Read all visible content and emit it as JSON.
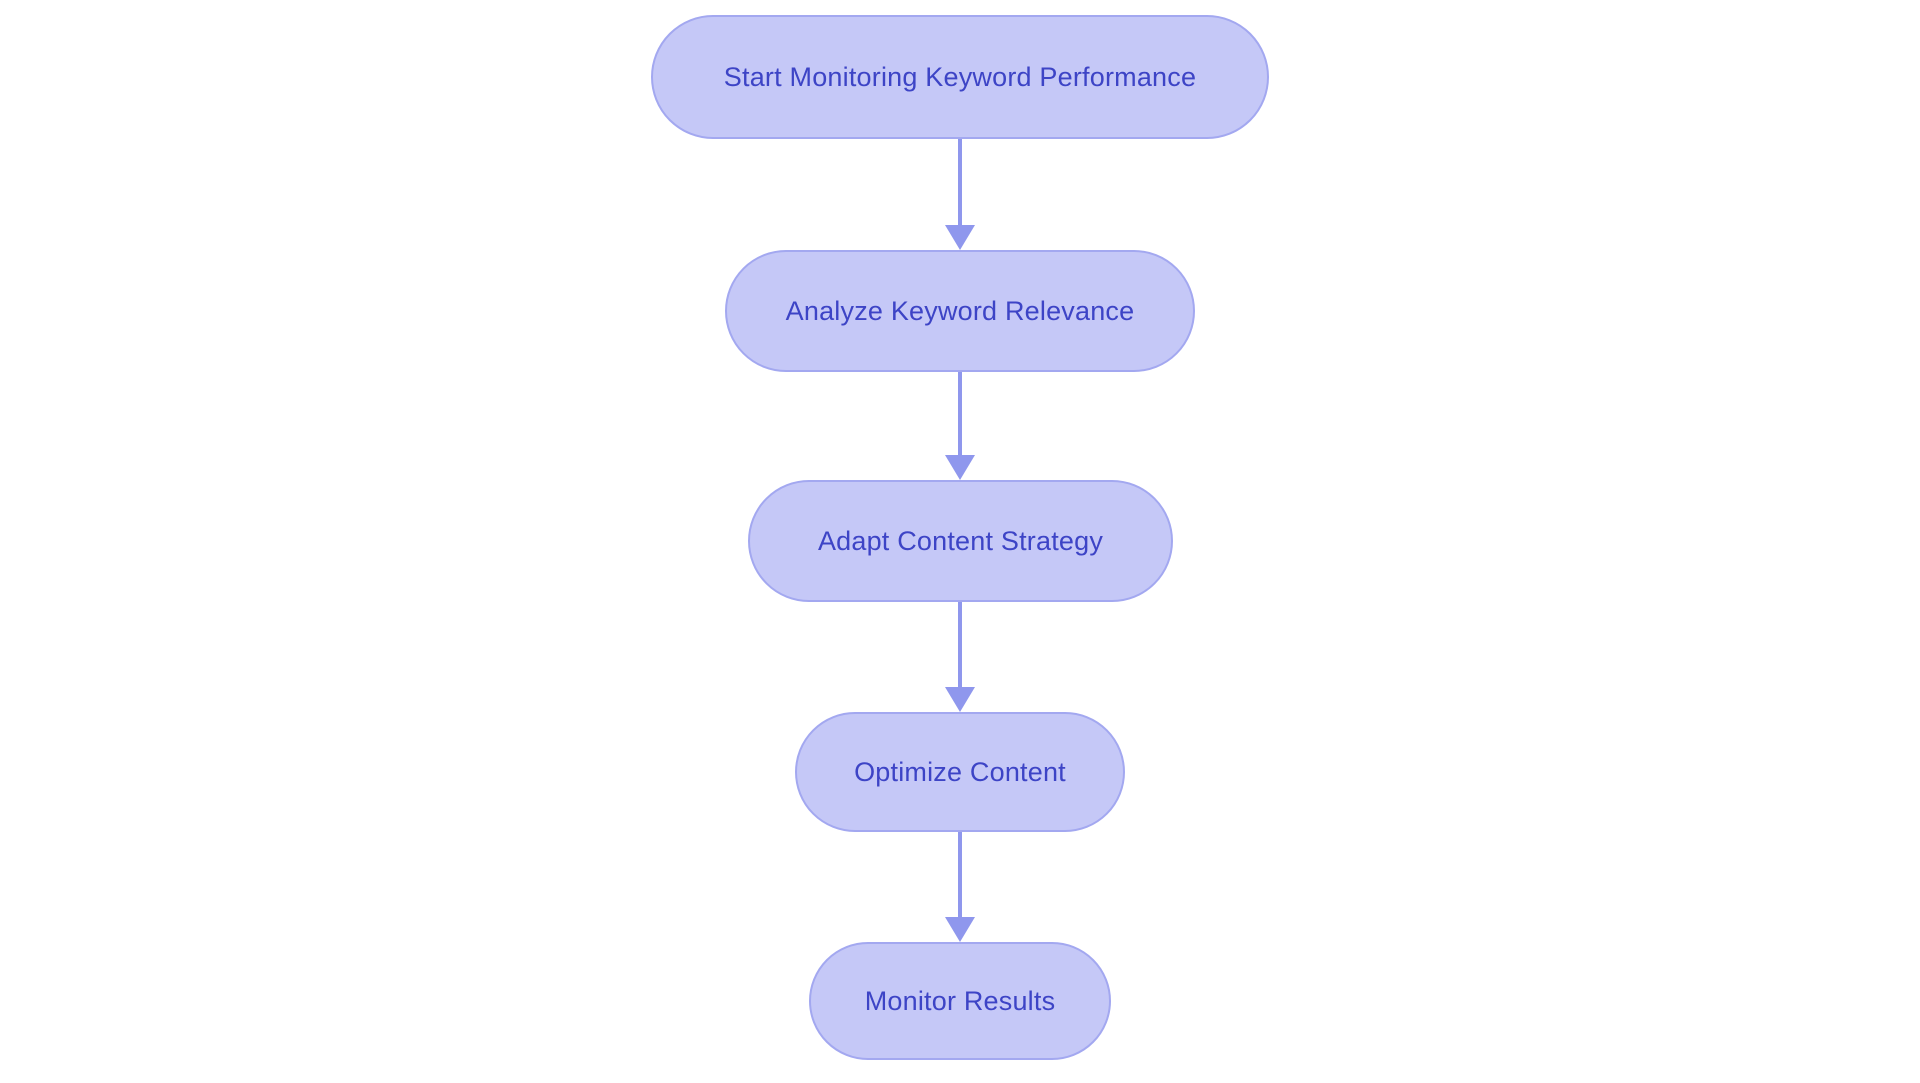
{
  "diagram": {
    "type": "flowchart",
    "direction": "top-down",
    "nodes": [
      {
        "id": "start",
        "label": "Start Monitoring Keyword Performance"
      },
      {
        "id": "analyze",
        "label": "Analyze Keyword Relevance"
      },
      {
        "id": "adapt",
        "label": "Adapt Content Strategy"
      },
      {
        "id": "optimize",
        "label": "Optimize Content"
      },
      {
        "id": "monitor",
        "label": "Monitor Results"
      }
    ],
    "edges": [
      {
        "from": "start",
        "to": "analyze"
      },
      {
        "from": "analyze",
        "to": "adapt"
      },
      {
        "from": "adapt",
        "to": "optimize"
      },
      {
        "from": "optimize",
        "to": "monitor"
      }
    ]
  },
  "colors": {
    "background": "#ffffff",
    "node_fill": "#c5c8f7",
    "node_border": "#a3a8f0",
    "node_text": "#3d44c6",
    "arrow": "#8f97ed"
  }
}
